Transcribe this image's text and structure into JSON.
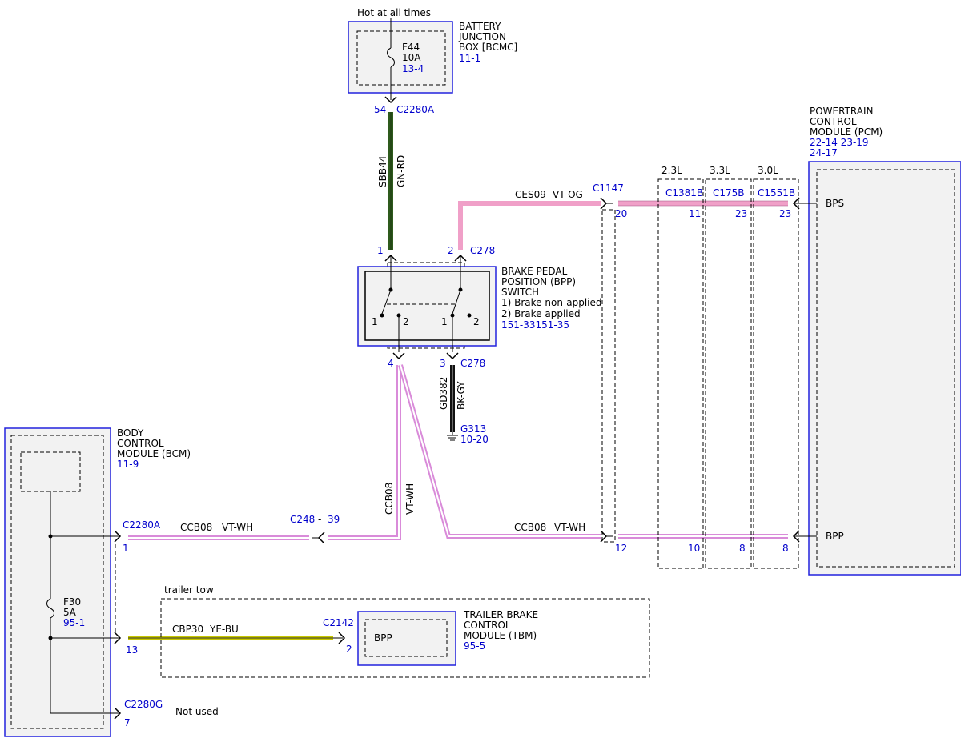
{
  "battery_junction_box": {
    "hot_label": "Hot at all times",
    "name_lines": [
      "BATTERY",
      "JUNCTION",
      "BOX [BCMC]"
    ],
    "ref": "11-1",
    "fuse_id": "F44",
    "fuse_rating": "10A",
    "fuse_ref": "13-4"
  },
  "pcm": {
    "name_lines": [
      "POWERTRAIN",
      "CONTROL",
      "MODULE (PCM)"
    ],
    "refs": [
      "22-14 23-19",
      "24-17"
    ],
    "pin_bps": "BPS",
    "pin_bpp": "BPP"
  },
  "bpp_switch": {
    "name_lines": [
      "BRAKE PEDAL",
      "POSITION (BPP)",
      "SWITCH"
    ],
    "states": [
      "1) Brake non-applied",
      "2) Brake applied"
    ],
    "refs": "151-33151-35",
    "contact_1": "1",
    "contact_2": "2"
  },
  "bcm": {
    "name_lines": [
      "BODY",
      "CONTROL",
      "MODULE (BCM)"
    ],
    "ref": "11-9",
    "fuse_id": "F30",
    "fuse_rating": "5A",
    "fuse_ref": "95-1"
  },
  "tbm": {
    "name_lines": [
      "TRAILER BRAKE",
      "CONTROL",
      "MODULE (TBM)"
    ],
    "ref": "95-5",
    "pin": "BPP",
    "group_label": "trailer tow"
  },
  "engines": [
    "2.3L",
    "3.3L",
    "3.0L"
  ],
  "connectors": {
    "c2280a_top": {
      "name": "C2280A",
      "pin": "54"
    },
    "c278_in1": {
      "name": "",
      "pin": "1"
    },
    "c278_in2": {
      "name": "C278",
      "pin": "2"
    },
    "c278_out": {
      "name": "C278",
      "pin": "3"
    },
    "bpp_out4": {
      "pin": "4"
    },
    "c1147": {
      "name": "C1147",
      "pin_top": "20",
      "pin_bottom": "12"
    },
    "c1381b": {
      "name": "C1381B",
      "pin_top": "11",
      "pin_bottom": "10"
    },
    "c175b": {
      "name": "C175B",
      "pin_top": "23",
      "pin_bottom": "8"
    },
    "c1551b": {
      "name": "C1551B",
      "pin_top": "23",
      "pin_bottom": "8"
    },
    "c248": {
      "name": "C248",
      "sep": "-",
      "pin": "39"
    },
    "c2280a_bcm": {
      "name": "C2280A",
      "pin": "1"
    },
    "c2280a_13": {
      "pin": "13"
    },
    "c2280g": {
      "name": "C2280G",
      "pin": "7"
    },
    "c2142": {
      "name": "C2142",
      "pin": "2"
    }
  },
  "wires": {
    "sbb44": {
      "circuit": "SBB44",
      "color": "GN-RD",
      "hex": "#2e5a1c"
    },
    "ces09": {
      "circuit": "CES09",
      "color": "VT-OG",
      "hex": "#e880b4"
    },
    "gd382": {
      "circuit": "GD382",
      "color": "BK-GY",
      "hex": "#111111"
    },
    "ccb08": {
      "circuit": "CCB08",
      "color": "VT-WH",
      "hex": "#d98bd9"
    },
    "cbp30": {
      "circuit": "CBP30",
      "color": "YE-BU",
      "hex": "#c8c800"
    }
  },
  "ground": {
    "name": "G313",
    "ref": "10-20"
  },
  "not_used": "Not used"
}
